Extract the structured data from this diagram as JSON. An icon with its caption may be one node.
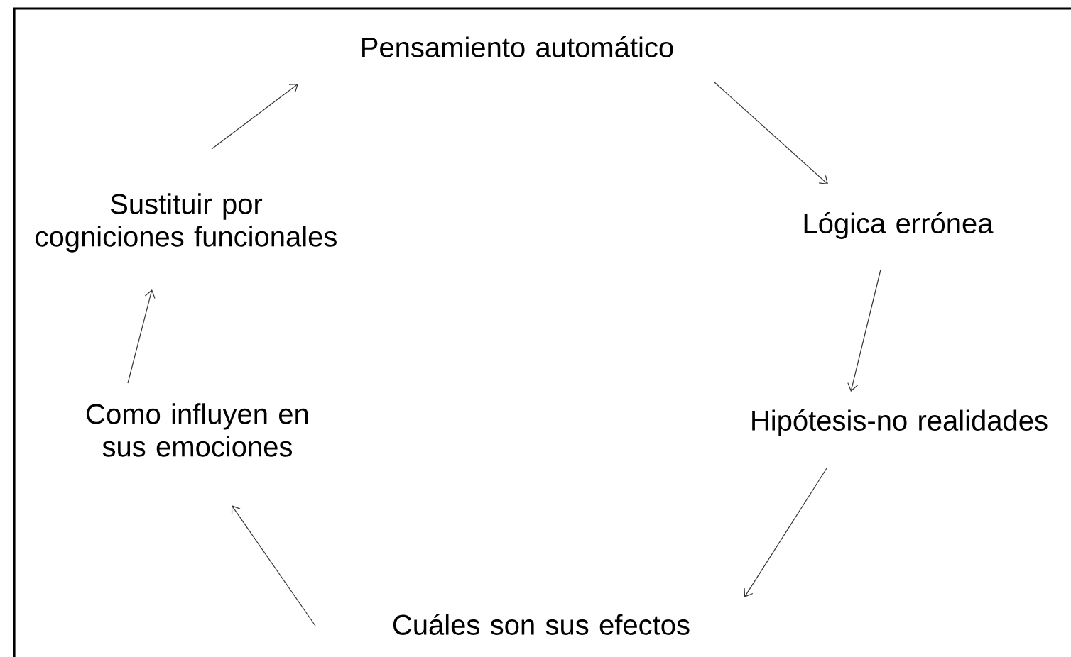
{
  "diagram": {
    "nodes": [
      {
        "text": [
          "Pensamiento automático"
        ]
      },
      {
        "text": [
          "Lógica errónea"
        ]
      },
      {
        "text": [
          "Hipótesis-no realidades"
        ]
      },
      {
        "text": [
          "Cuáles son sus efectos"
        ]
      },
      {
        "text": [
          "Como influyen en sus emociones"
        ]
      },
      {
        "text": [
          "Sustituir por cogniciones funcionales"
        ]
      }
    ],
    "edges": [
      {
        "from": 0,
        "to": 1,
        "arrow": "to"
      },
      {
        "from": 1,
        "to": 2,
        "arrow": "to"
      },
      {
        "from": 2,
        "to": 3,
        "arrow": "to"
      },
      {
        "from": 3,
        "to": 4,
        "arrow": "to"
      },
      {
        "from": 4,
        "to": 5,
        "arrow": "to"
      },
      {
        "from": 5,
        "to": 0,
        "arrow": "to"
      }
    ]
  }
}
